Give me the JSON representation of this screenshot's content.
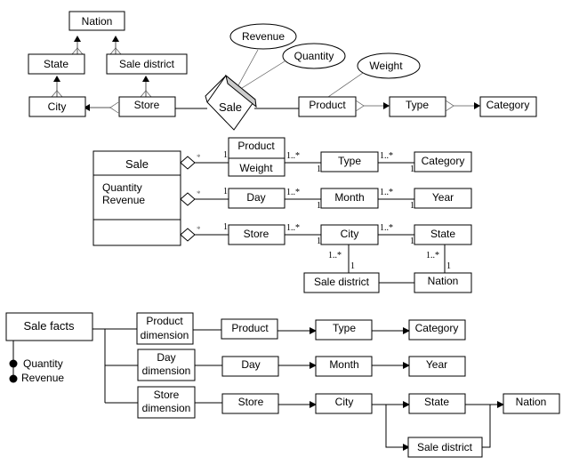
{
  "er_diagram": {
    "entities": {
      "nation": "Nation",
      "state": "State",
      "sale_district": "Sale district",
      "city": "City",
      "store": "Store",
      "product": "Product",
      "type": "Type",
      "category": "Category"
    },
    "relationship": "Sale",
    "attributes": {
      "revenue": "Revenue",
      "quantity": "Quantity",
      "weight": "Weight"
    }
  },
  "uml_diagram": {
    "fact_class": {
      "name": "Sale",
      "attributes": [
        "Quantity",
        "Revenue"
      ]
    },
    "classes": {
      "product": "Product",
      "product_attr": "Weight",
      "type": "Type",
      "category": "Category",
      "day": "Day",
      "month": "Month",
      "year": "Year",
      "store": "Store",
      "city": "City",
      "state": "State",
      "sale_district": "Sale district",
      "nation": "Nation"
    },
    "multiplicities": {
      "one": "1",
      "many": "*",
      "one_to_many": "1..*"
    }
  },
  "dfm_diagram": {
    "fact": "Sale facts",
    "measures": [
      "Quantity",
      "Revenue"
    ],
    "dimensions": {
      "product": [
        "Product",
        "dimension"
      ],
      "day": [
        "Day",
        "dimension"
      ],
      "store": [
        "Store",
        "dimension"
      ]
    },
    "levels": {
      "product": "Product",
      "type": "Type",
      "category": "Category",
      "day": "Day",
      "month": "Month",
      "year": "Year",
      "store": "Store",
      "city": "City",
      "state": "State",
      "sale_district": "Sale district",
      "nation": "Nation"
    }
  }
}
